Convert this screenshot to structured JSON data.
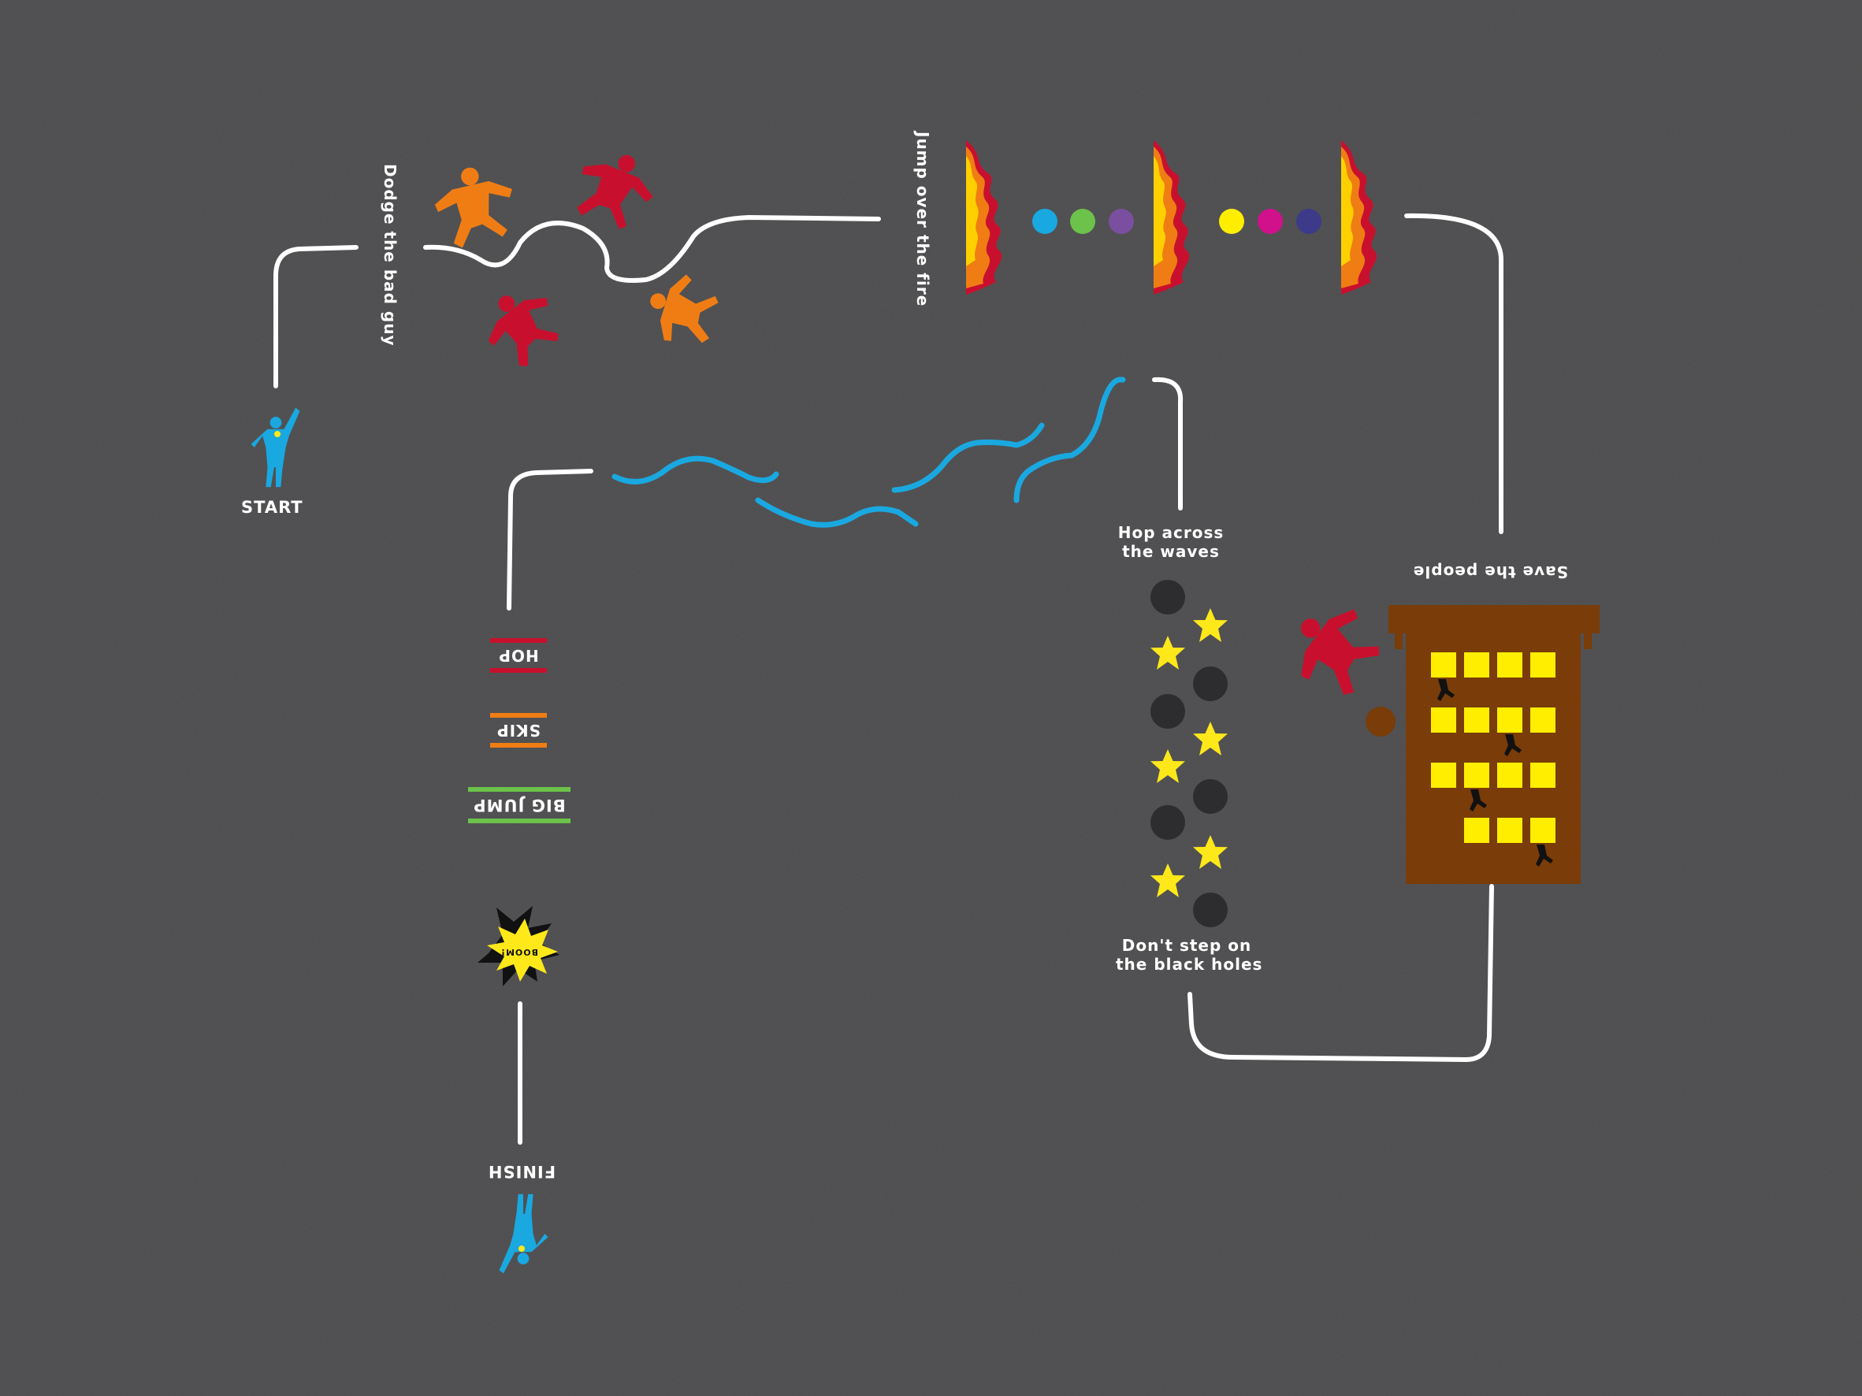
{
  "labels": {
    "start": "START",
    "dodge": "Dodge the bad guy",
    "jump_fire": "Jump over the fire",
    "save_people": "Save the people",
    "hop_waves": [
      "Hop across",
      "the waves"
    ],
    "black_holes": [
      "Don't step on",
      "the black holes"
    ],
    "hop": "HOP",
    "skip": "SKIP",
    "big_jump": "BIG JUMP",
    "boom": "BOOM!",
    "finish": "FINISH"
  },
  "colors": {
    "background": "#4a4a4c",
    "path": "#ffffff",
    "hero": "#1aa8e0",
    "villain_orange": "#f07d14",
    "villain_red": "#c8102e",
    "wave": "#1aa8e0",
    "building": "#7a3c08",
    "window": "#ffee00",
    "hole": "#2d2d2f",
    "star": "#ffe81a",
    "hop_bar": "#c8102e",
    "skip_bar": "#f07d14",
    "big_jump_bar": "#6cc24a"
  },
  "dot_colors": [
    "#1aa8e0",
    "#6cc24a",
    "#7b4fa0",
    "#ffee00",
    "#d0118b",
    "#3e3a8a"
  ],
  "icons": {
    "hero": "superhero-icon",
    "villain": "villain-icon",
    "fire": "fire-icon",
    "building": "building-icon",
    "star": "star-icon",
    "hole": "black-hole-icon",
    "boom": "boom-icon"
  }
}
